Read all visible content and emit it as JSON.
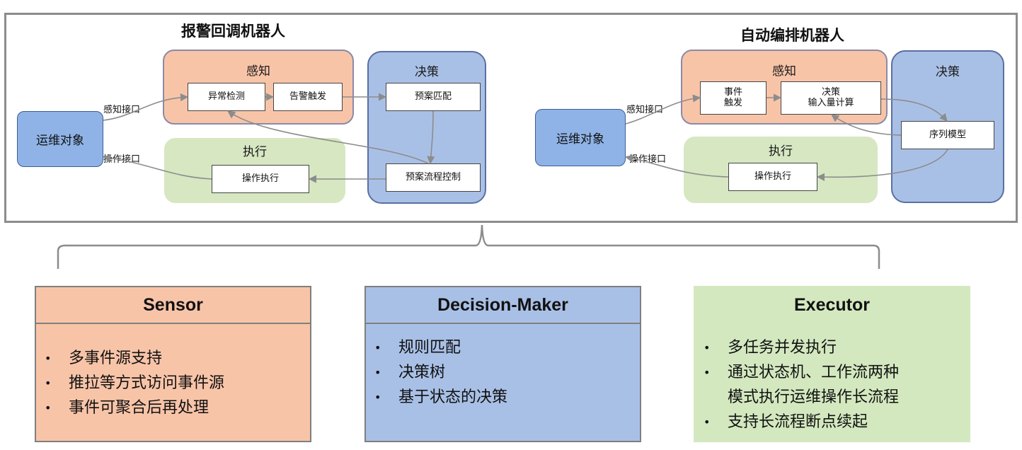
{
  "left_robot": {
    "title": "报警回调机器人",
    "target": "运维对象",
    "sense_label": "感知",
    "decision_label": "决策",
    "exec_label": "执行",
    "nodes": {
      "anomaly": "异常检测",
      "alarm": "告警触发",
      "plan_match": "预案匹配",
      "plan_flow": "预案流程控制",
      "op_exec": "操作执行"
    },
    "sense_interface": "感知接口",
    "op_interface": "操作接口"
  },
  "right_robot": {
    "title": "自动编排机器人",
    "target": "运维对象",
    "sense_label": "感知",
    "decision_label": "决策",
    "exec_label": "执行",
    "nodes": {
      "event_trigger": "事件\n触发",
      "decision_input": "决策\n输入量计算",
      "seq_model": "序列模型",
      "op_exec": "操作执行"
    },
    "sense_interface": "感知接口",
    "op_interface": "操作接口"
  },
  "panels": {
    "sensor": {
      "title": "Sensor",
      "items": [
        "多事件源支持",
        "推拉等方式访问事件源",
        "事件可聚合后再处理"
      ]
    },
    "decision": {
      "title": "Decision-Maker",
      "items": [
        "规则匹配",
        "决策树",
        "基于状态的决策"
      ]
    },
    "executor": {
      "title": "Executor",
      "items": [
        "多任务并发执行",
        "通过状态机、工作流两种",
        "模式执行运维操作长流程",
        "支持长流程断点续起"
      ]
    }
  },
  "colors": {
    "sense": "#f8c4a8",
    "decision": "#a9c0e6",
    "exec": "#d6e7c2",
    "target": "#8fb3e6",
    "frame": "#8c8c8c"
  }
}
